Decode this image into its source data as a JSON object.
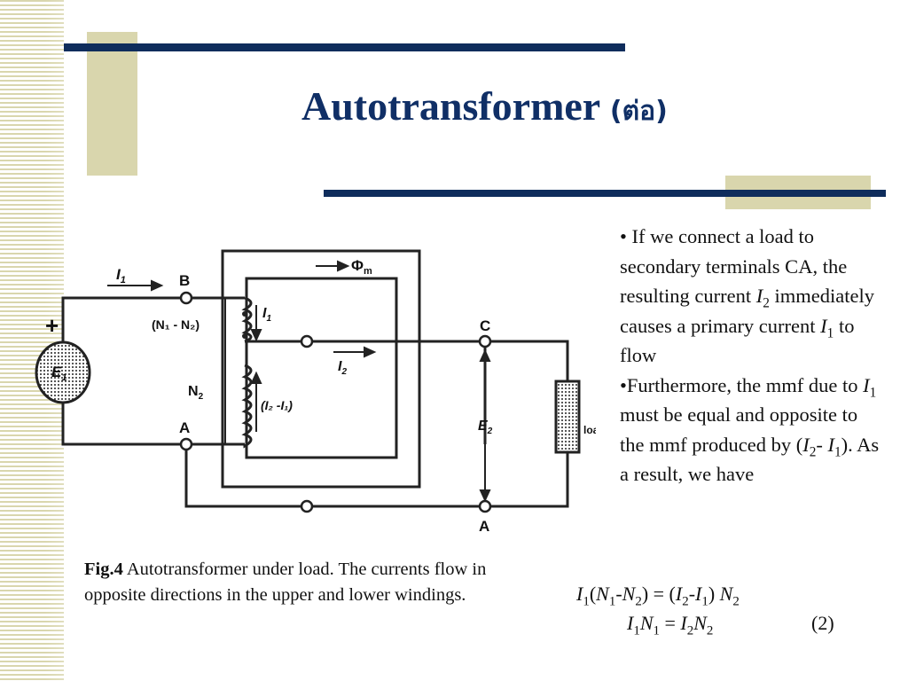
{
  "slide": {
    "title": "Autotransformer",
    "title_thai": "(ต่อ)"
  },
  "bullets": [
    {
      "marker": "•",
      "segments": [
        "If we connect a load to secondary terminals CA, the resulting current ",
        "I",
        "2",
        " immediately causes a primary current ",
        "I",
        "1",
        " to flow"
      ]
    },
    {
      "marker": "•",
      "segments": [
        "Furthermore, the mmf due to ",
        "I",
        "1",
        " must be equal and opposite to the mmf produced by (",
        "I",
        "2",
        "- ",
        "I",
        "1",
        "). As a result, we have"
      ]
    }
  ],
  "caption": {
    "label": "Fig.4",
    "text": " Autotransformer under load. The currents flow in opposite directions in the upper and lower windings."
  },
  "equations": {
    "eq1": [
      "I",
      "1",
      "(",
      "N",
      "1",
      "-",
      "N",
      "2",
      ") = (",
      "I",
      "2",
      "-",
      "I",
      "1",
      ") ",
      "N",
      "2"
    ],
    "eq2": [
      "I",
      "1",
      "N",
      "1",
      " = ",
      "I",
      "2",
      "N",
      "2"
    ],
    "eq2_number": "(2)"
  },
  "diagram": {
    "labels": {
      "I1_top": "I",
      "I1_top_sub": "1",
      "B": "B",
      "phi": "Φ",
      "phi_sub": "m",
      "N1N2": "(N₁ - N₂)",
      "I1_coil": "I",
      "I1_coil_sub": "1",
      "plus": "+",
      "E1": "E",
      "E1_sub": "1",
      "C": "C",
      "I2": "I",
      "I2_sub": "2",
      "N2": "N",
      "N2_sub": "2",
      "I2mI1": "(I₂  -I₁)",
      "E2": "E",
      "E2_sub": "2",
      "load": "load",
      "A_left": "A",
      "A_right": "A"
    }
  },
  "colors": {
    "title": "#102f66",
    "navy_bar": "#0f2d5c",
    "tan": "#d9d6ad"
  }
}
